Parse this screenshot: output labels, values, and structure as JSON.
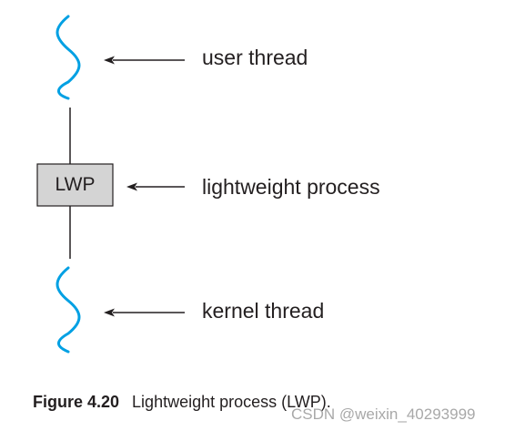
{
  "labels": {
    "user_thread": "user thread",
    "lwp_description": "lightweight process",
    "kernel_thread": "kernel thread",
    "lwp_box": "LWP"
  },
  "caption": {
    "figure_number": "Figure 4.20",
    "text": "Lightweight process (LWP)."
  },
  "watermark": "CSDN @weixin_40293999",
  "colors": {
    "thread_wave": "#00a0e3",
    "box_fill": "#d4d4d4",
    "stroke": "#231f20"
  }
}
